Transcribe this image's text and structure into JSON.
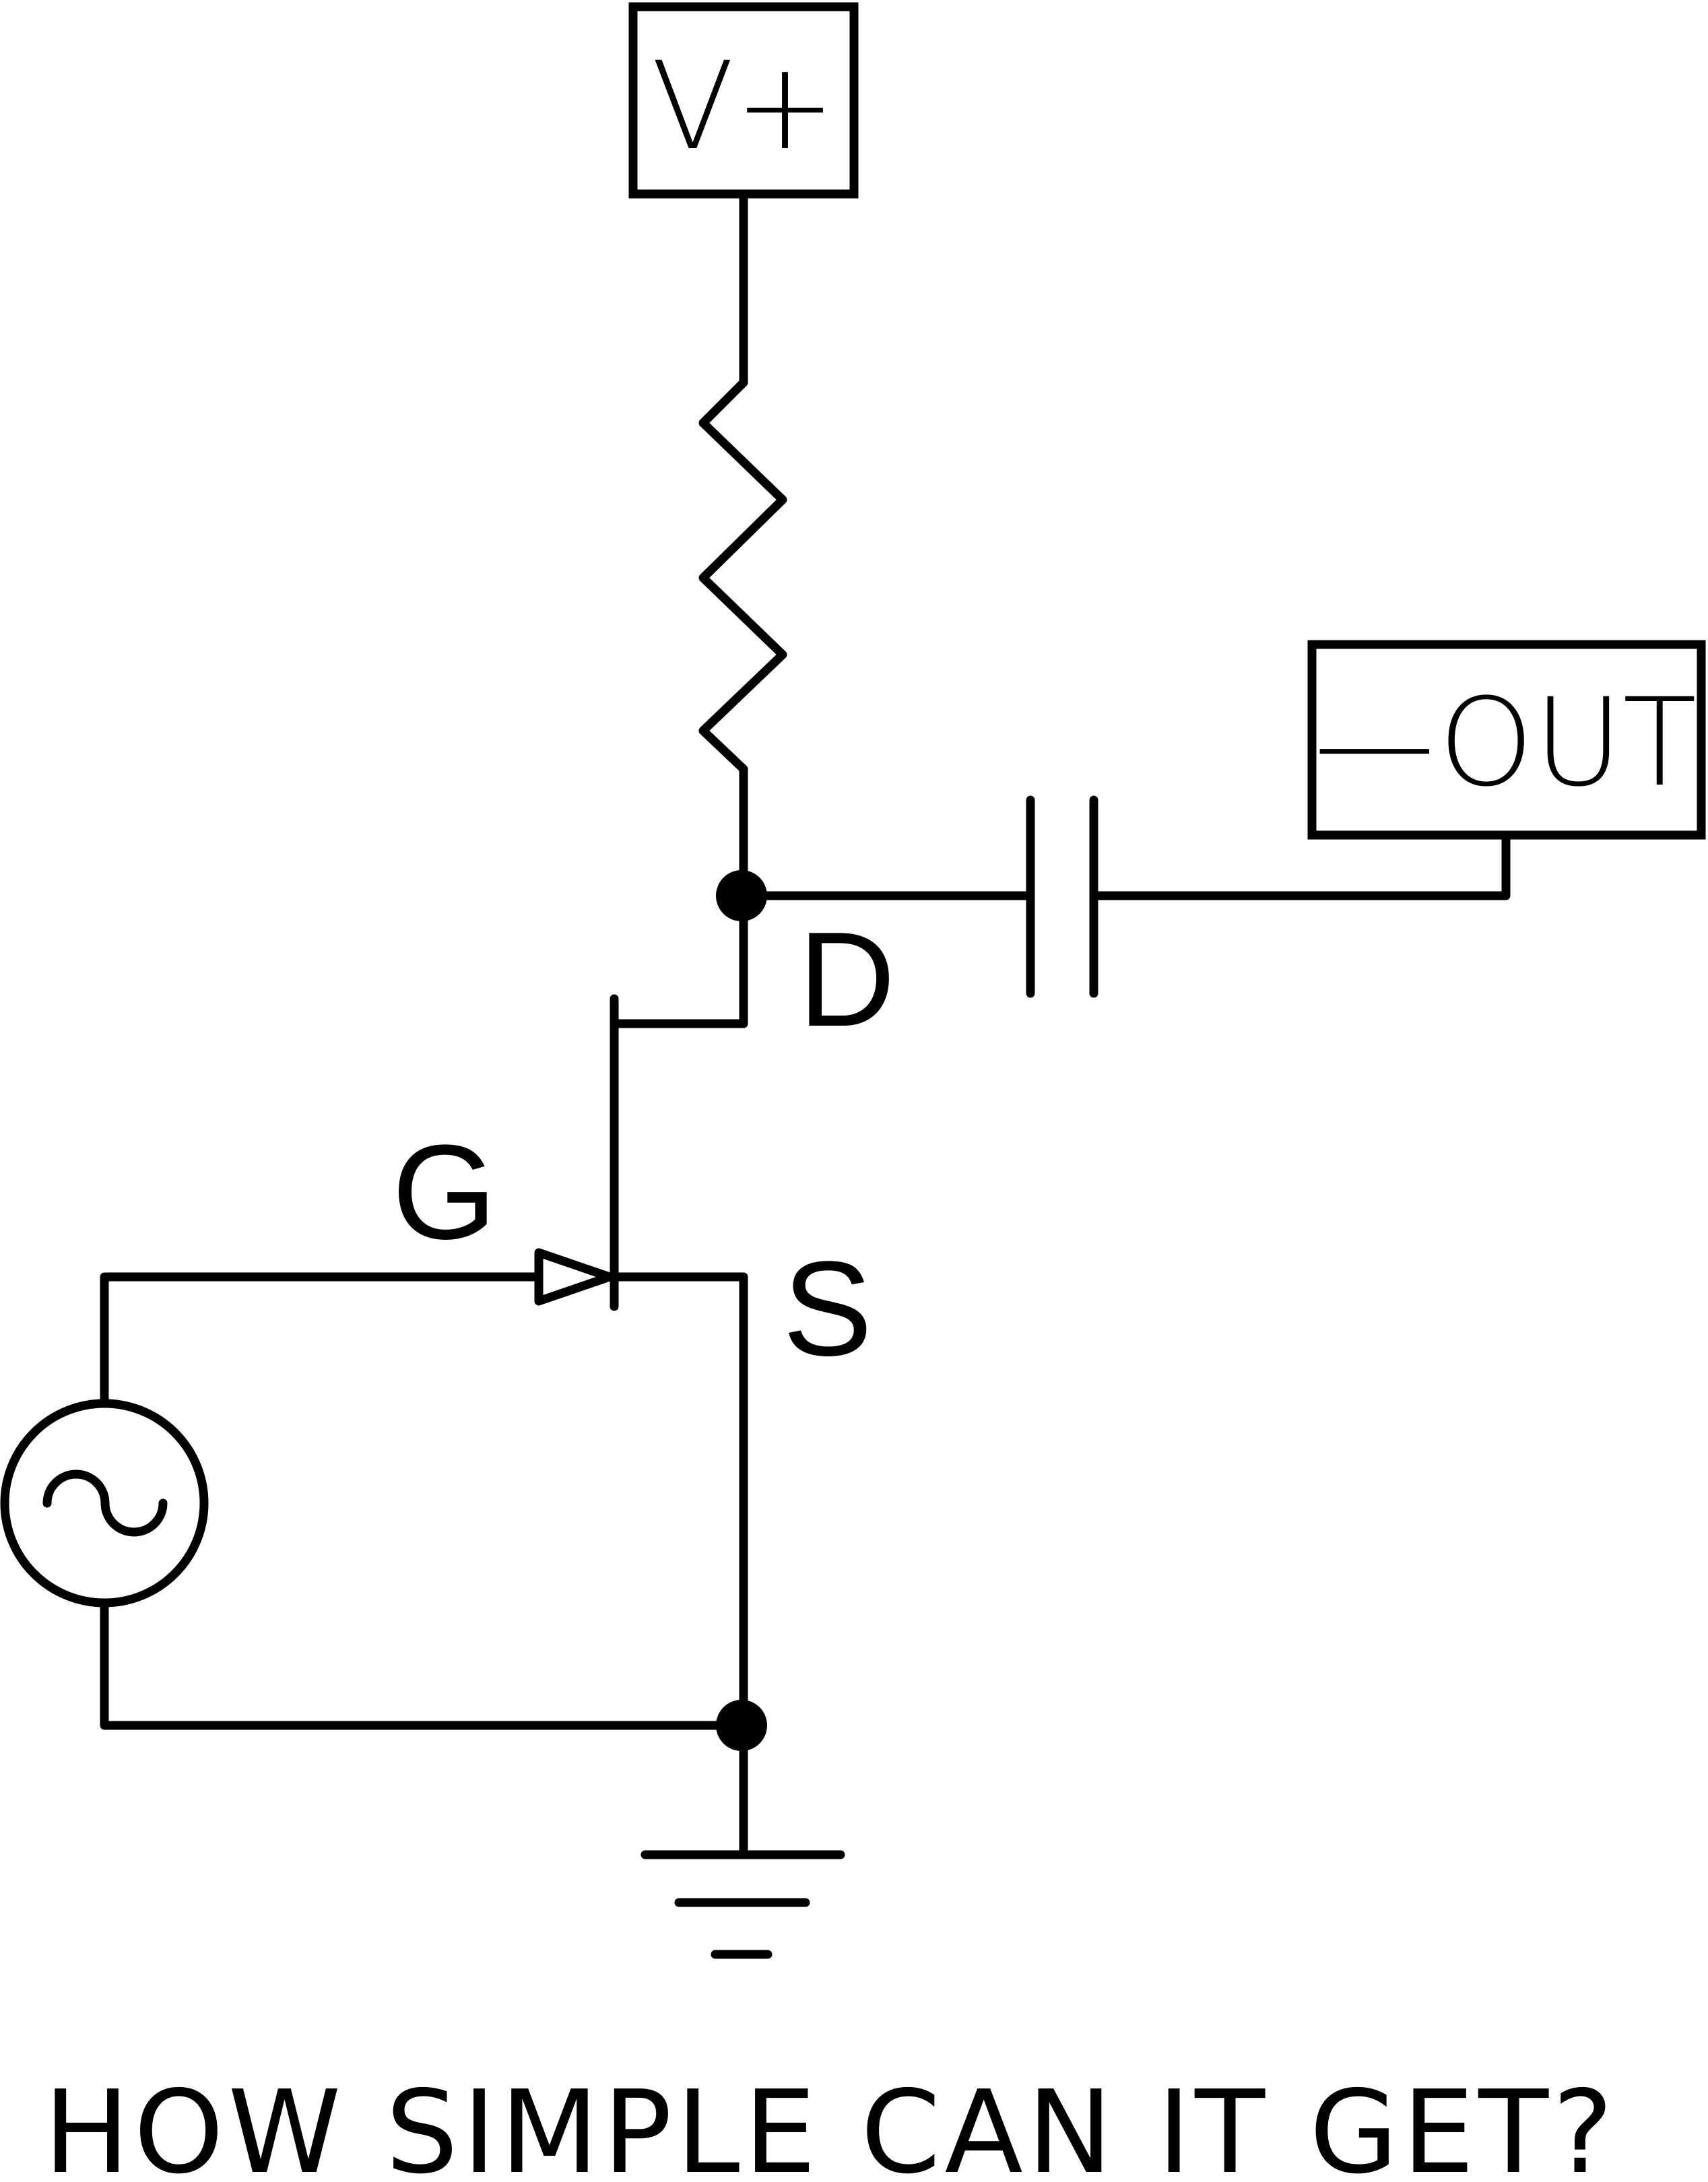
{
  "labels": {
    "vplus": "V+",
    "out": "—OUT",
    "drain": "D",
    "gate": "G",
    "source": "S"
  },
  "caption": "HOW SIMPLE CAN IT GET?",
  "colors": {
    "ink": "#000000",
    "background": "#ffffff"
  }
}
